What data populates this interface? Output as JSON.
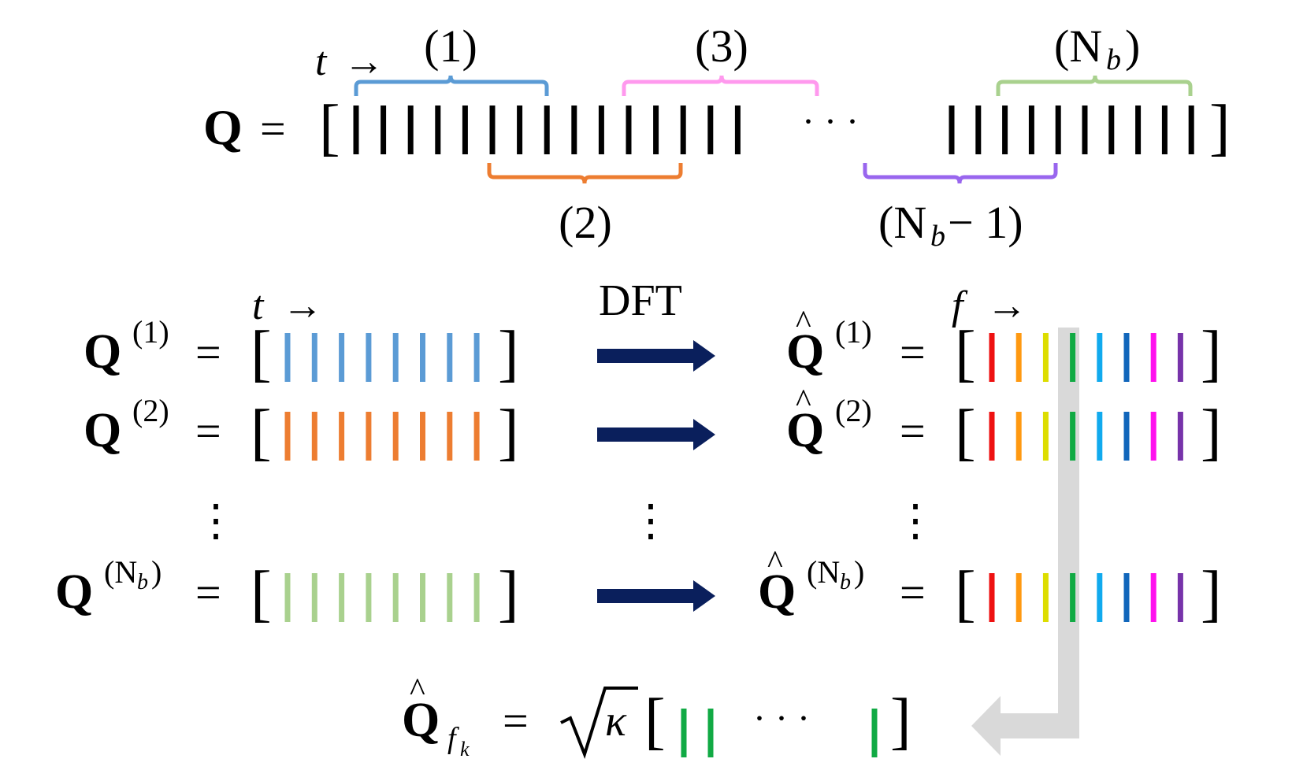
{
  "top": {
    "lhs_symbol": "Q",
    "equals": "=",
    "time_arrow_var": "t",
    "arrow": "→",
    "ellipsis": "· · ·",
    "open_bracket": "[",
    "close_bracket": "]",
    "segment_labels": [
      {
        "text": "(1)",
        "color": "#5b9bd5"
      },
      {
        "text": "(2)",
        "color": "#ed7d31"
      },
      {
        "text": "(3)",
        "color": "#ff99ee"
      },
      {
        "text": "(N",
        "sub": "b",
        "suffix": ")",
        "color": "#a9d18e"
      },
      {
        "text": "(N",
        "sub": "b",
        "suffix": " − 1)",
        "color": "#9966ee"
      }
    ]
  },
  "middle": {
    "time_arrow_var": "t",
    "freq_arrow_var": "f",
    "arrow": "→",
    "dft_label": "DFT",
    "block_symbol": "Q",
    "rows": [
      {
        "superscript": "(1)",
        "bar_color": "#5b9bd5"
      },
      {
        "superscript": "(2)",
        "bar_color": "#ed7d31"
      },
      {
        "superscript": "(N",
        "superscript_sub": "b",
        "superscript_suffix": ")",
        "bar_color": "#a9d18e"
      }
    ],
    "vdots": "⋮",
    "freq_colors": [
      "#ee1111",
      "#ff9911",
      "#dddd00",
      "#11aa44",
      "#11aaee",
      "#1166bb",
      "#ff11ee",
      "#7733aa"
    ],
    "arrow_color": "#0a1f5c",
    "gather_arrow_color": "#d9d9d9"
  },
  "bottom": {
    "lhs_symbol": "Q",
    "lhs_sub": "f",
    "lhs_subsub": "k",
    "equals": "=",
    "sqrt_arg": "κ",
    "ellipsis": "· · ·",
    "bar_color": "#11aa44"
  }
}
